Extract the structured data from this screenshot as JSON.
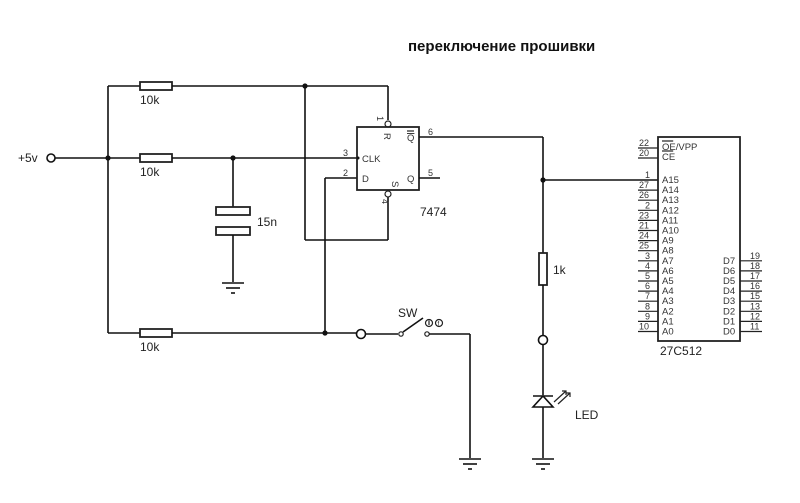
{
  "title": "переключение прошивки",
  "power": {
    "label": "+5v"
  },
  "resistors": [
    {
      "id": "R1",
      "value": "10k"
    },
    {
      "id": "R2",
      "value": "10k"
    },
    {
      "id": "R3",
      "value": "10k"
    },
    {
      "id": "R4",
      "value": "1k"
    }
  ],
  "capacitor": {
    "value": "15n"
  },
  "flipflop": {
    "part": "7474",
    "pins": {
      "R": {
        "name": "R",
        "number": "1"
      },
      "CLK": {
        "name": "CLK",
        "number": "3"
      },
      "D": {
        "name": "D",
        "number": "2"
      },
      "S": {
        "name": "S",
        "number": "4"
      },
      "Qbar": {
        "name": "Q",
        "number": "6"
      },
      "Q": {
        "name": "Q",
        "number": "5"
      }
    }
  },
  "switch": {
    "label": "SW",
    "icons": [
      "lock-icon",
      "f-icon"
    ]
  },
  "led": {
    "label": "LED"
  },
  "eprom": {
    "part": "27C512",
    "control_pins": [
      {
        "name": "OE/VPP",
        "number": "22",
        "overline": "OE"
      },
      {
        "name": "CE",
        "number": "20",
        "overline": "CE"
      }
    ],
    "address_pins": [
      {
        "name": "A15",
        "number": "1"
      },
      {
        "name": "A14",
        "number": "27"
      },
      {
        "name": "A13",
        "number": "26"
      },
      {
        "name": "A12",
        "number": "2"
      },
      {
        "name": "A11",
        "number": "23"
      },
      {
        "name": "A10",
        "number": "21"
      },
      {
        "name": "A9",
        "number": "24"
      },
      {
        "name": "A8",
        "number": "25"
      },
      {
        "name": "A7",
        "number": "3"
      },
      {
        "name": "A6",
        "number": "4"
      },
      {
        "name": "A5",
        "number": "5"
      },
      {
        "name": "A4",
        "number": "6"
      },
      {
        "name": "A3",
        "number": "7"
      },
      {
        "name": "A2",
        "number": "8"
      },
      {
        "name": "A1",
        "number": "9"
      },
      {
        "name": "A0",
        "number": "10"
      }
    ],
    "data_pins": [
      {
        "name": "D7",
        "number": "19"
      },
      {
        "name": "D6",
        "number": "18"
      },
      {
        "name": "D5",
        "number": "17"
      },
      {
        "name": "D4",
        "number": "16"
      },
      {
        "name": "D3",
        "number": "15"
      },
      {
        "name": "D2",
        "number": "13"
      },
      {
        "name": "D1",
        "number": "12"
      },
      {
        "name": "D0",
        "number": "11"
      }
    ]
  }
}
